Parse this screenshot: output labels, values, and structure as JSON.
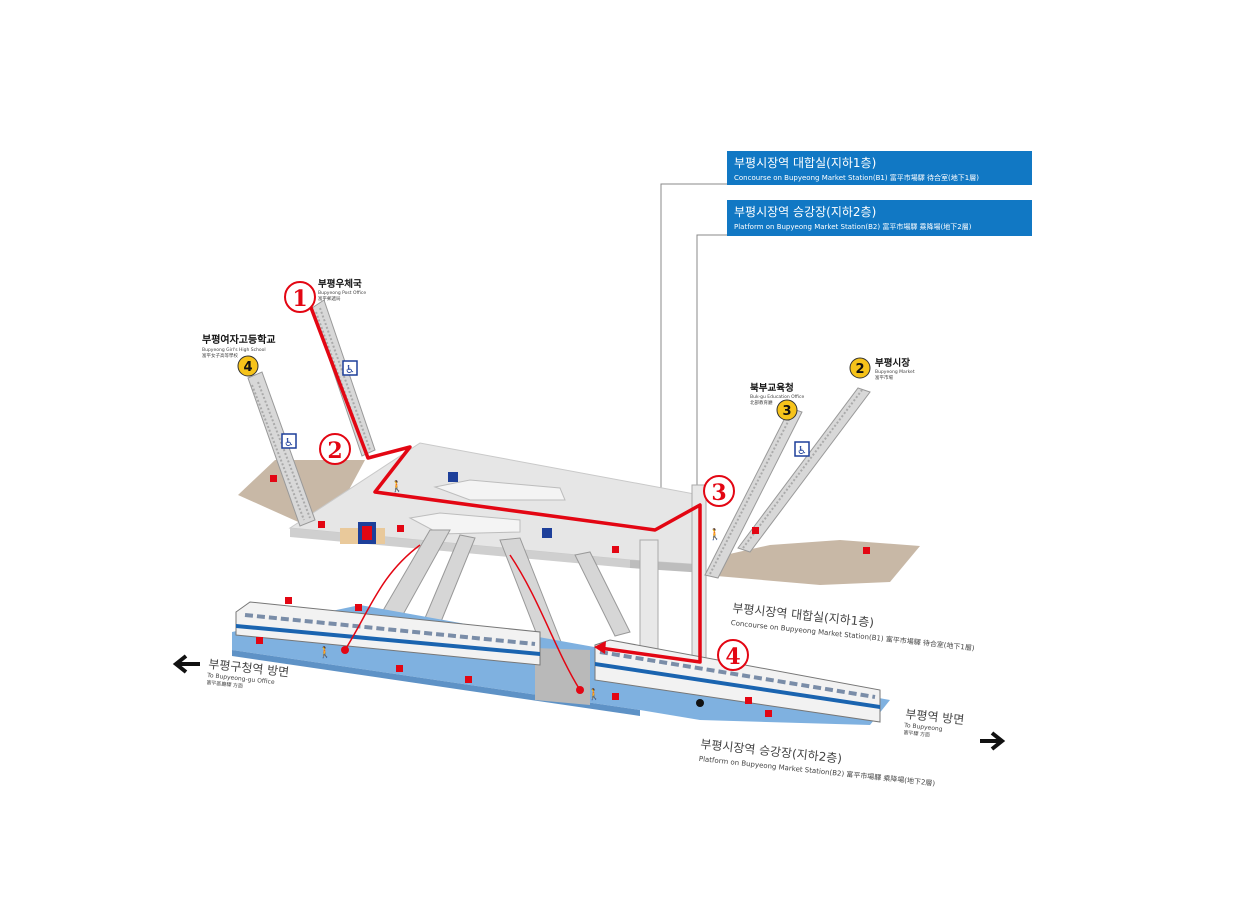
{
  "legend": {
    "concourse": {
      "title": "부평시장역 대합실(지하1층)",
      "subtitle": "Concourse on Bupyeong Market Station(B1) 富平市場驛 待合室(地下1層)"
    },
    "platform": {
      "title": "부평시장역 승강장(지하2층)",
      "subtitle": "Platform on Bupyeong Market Station(B2) 富平市場驛 乘降場(地下2層)"
    }
  },
  "floor_labels": {
    "concourse": {
      "title": "부평시장역 대합실(지하1층)",
      "subtitle": "Concourse on Bupyeong Market Station(B1) 富平市場驛 待合室(地下1層)"
    },
    "platform": {
      "title": "부평시장역 승강장(지하2층)",
      "subtitle": "Platform on Bupyeong Market Station(B2) 富平市場驛 乘降場(地下2層)"
    }
  },
  "directions": {
    "left": {
      "ko": "부평구청역 방면",
      "en": "To Bupyeong-gu Office",
      "cn": "富平區廳驛 方面"
    },
    "right": {
      "ko": "부평역 방면",
      "en": "To Bupyeong",
      "cn": "富平驛 方面"
    }
  },
  "exits": [
    {
      "number": "4",
      "ko": "부평여자고등학교",
      "en": "Bupyeong Girl's High School",
      "cn": "富平女子高等學校"
    },
    {
      "number": "3",
      "ko": "북부교육청",
      "en": "Buk-gu Education Office",
      "cn": "北部教育廳"
    },
    {
      "number": "2",
      "ko": "부평시장",
      "en": "Bupyeong Market",
      "cn": "富平市場"
    }
  ],
  "post_office": {
    "ko": "부평우체국",
    "en": "Bupyeong Post Office",
    "cn": "富平郵遞局"
  },
  "route_steps": [
    "1",
    "2",
    "3",
    "4"
  ],
  "colors": {
    "route": "#e30613",
    "legend_box": "#1178c4",
    "platform_floor": "#7fb1e0",
    "concourse_floor": "#e6e6e6",
    "street_floor": "#c8b8a6",
    "exit_badge": "#f6c31a",
    "accessibility": "#1d3f9a"
  },
  "icons": [
    "wheelchair-icon",
    "elevator-icon",
    "escalator-icon",
    "walking-person-icon",
    "arrow-left-icon",
    "arrow-right-icon"
  ]
}
